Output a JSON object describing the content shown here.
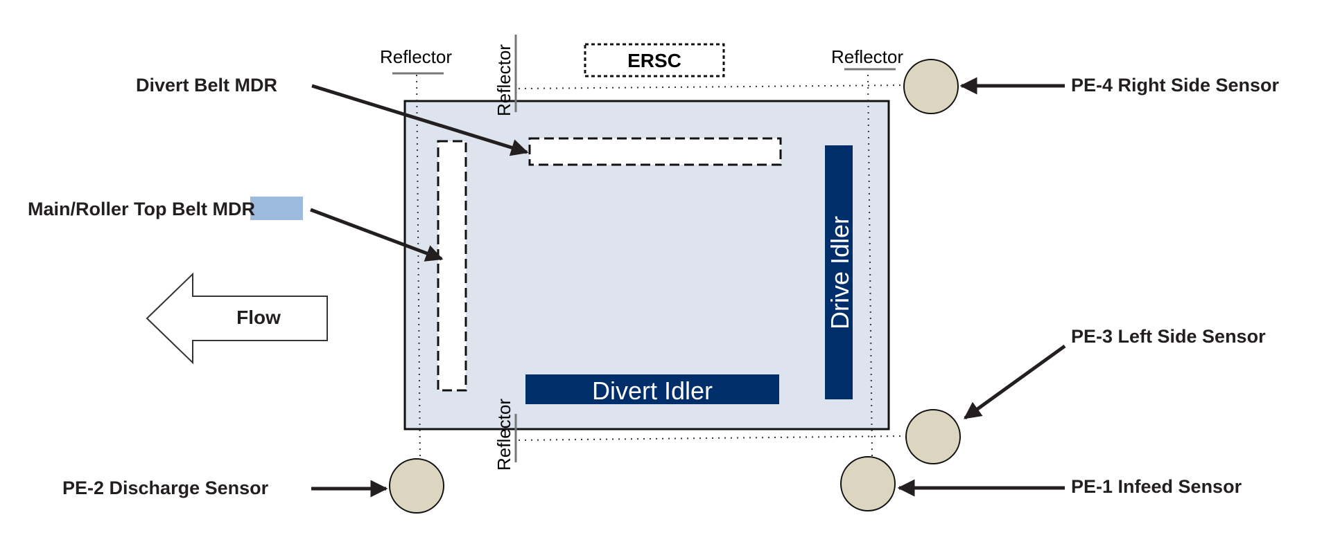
{
  "colors": {
    "frame_fill": "#dde4ee",
    "frame_stroke": "#111111",
    "idler_fill": "#002e6b",
    "sensor_fill": "#dcd6c0",
    "highlight": "#9dbcdd"
  },
  "labels": {
    "divert_belt_mdr": "Divert Belt MDR",
    "main_roller_prefix": "Main/Roller Top Belt ",
    "main_roller_mdr": "MDR",
    "flow": "Flow",
    "pe2": "PE-2 Discharge Sensor",
    "pe4": "PE-4 Right Side Sensor",
    "pe3": "PE-3 Left Side Sensor",
    "pe1": "PE-1 Infeed Sensor",
    "ersc": "ERSC",
    "reflector_top_left": "Reflector",
    "reflector_vert_top": "Reflector",
    "reflector_top_right": "Reflector",
    "reflector_vert_bottom": "Reflector",
    "drive_idler": "Drive Idler",
    "divert_idler": "Divert Idler"
  }
}
